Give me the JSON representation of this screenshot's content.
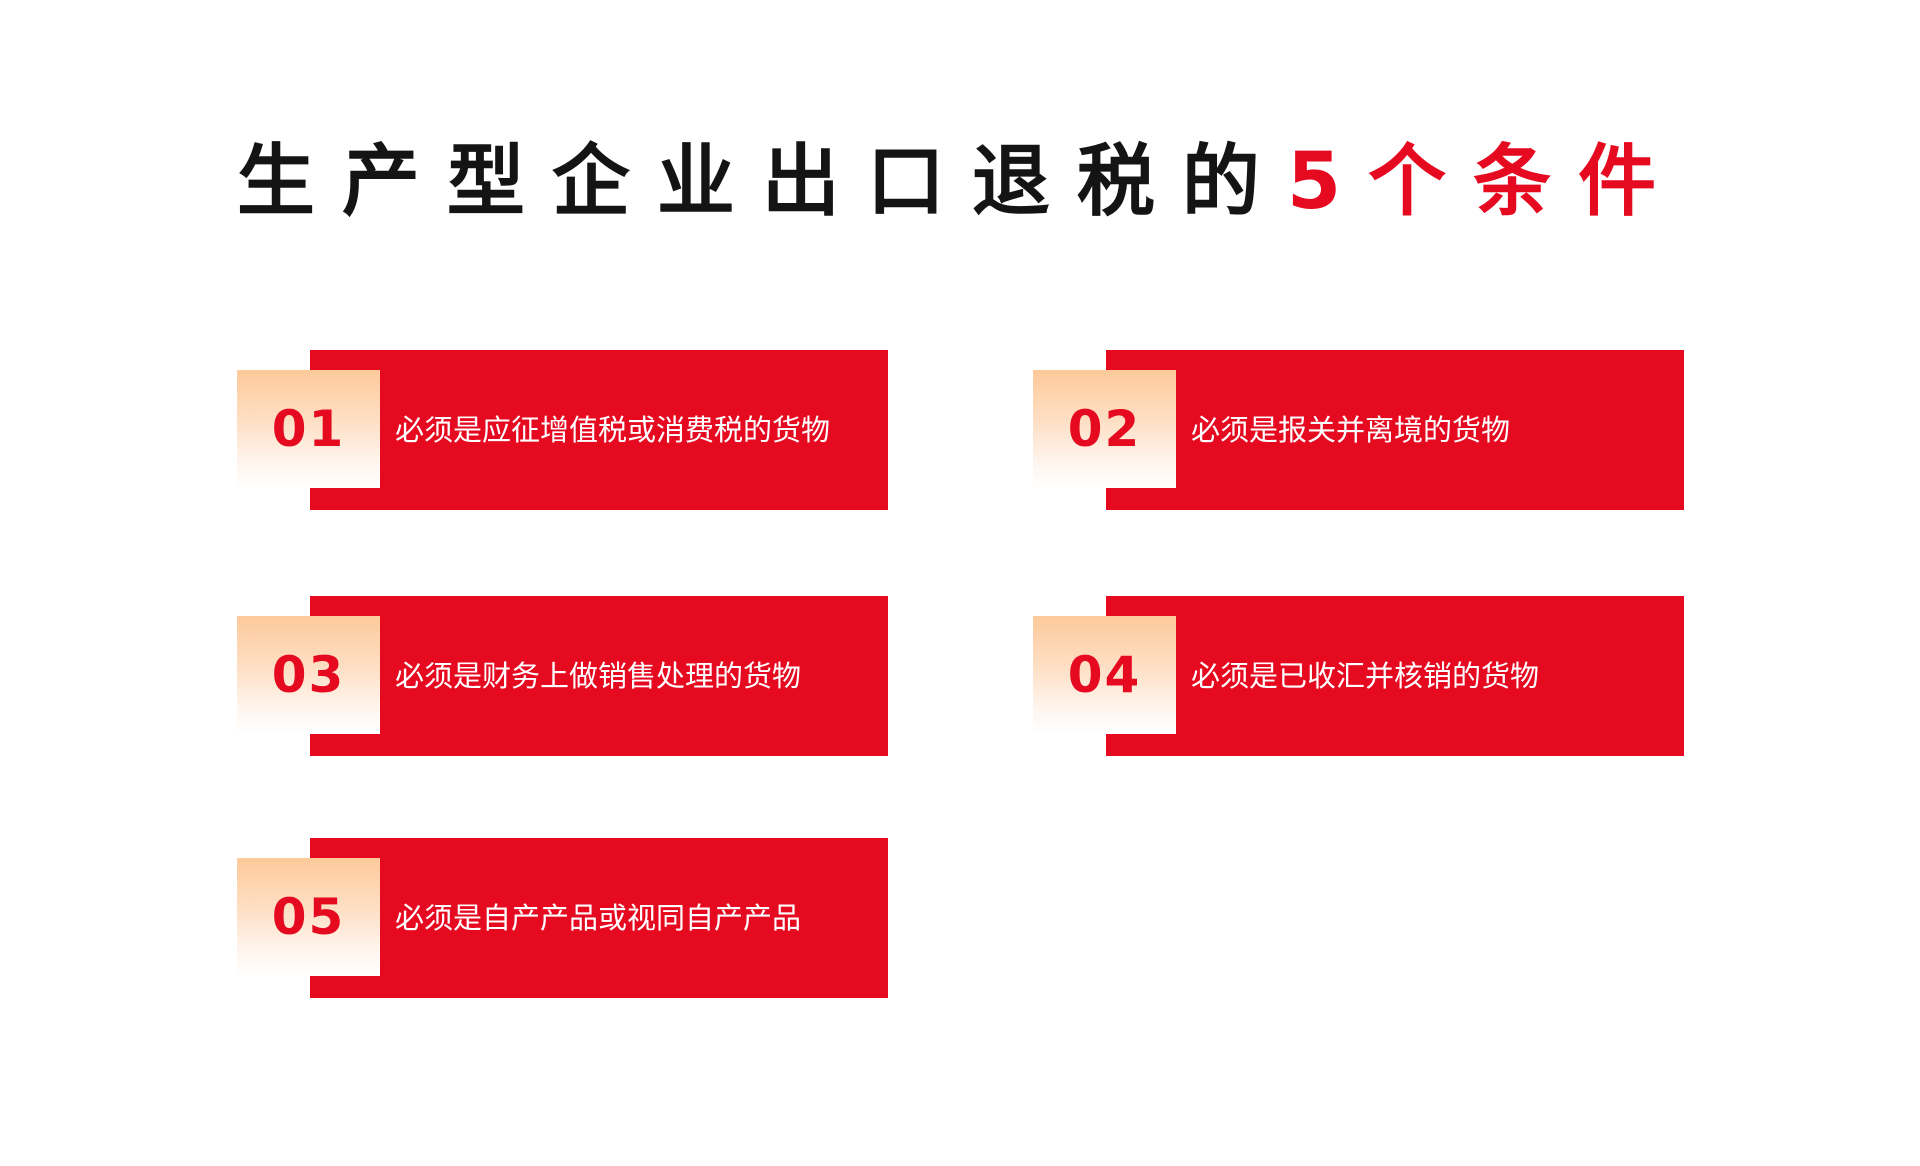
{
  "title": {
    "main": "生产型企业出口退税的",
    "accent": "5个条件"
  },
  "colors": {
    "accent_red": "#e60a21",
    "title_black": "#141414",
    "peach_top": "#fdc99a"
  },
  "conditions": [
    {
      "number": "01",
      "text": "必须是应征增值税或消费税的货物"
    },
    {
      "number": "02",
      "text": "必须是报关并离境的货物"
    },
    {
      "number": "03",
      "text": "必须是财务上做销售处理的货物"
    },
    {
      "number": "04",
      "text": "必须是已收汇并核销的货物"
    },
    {
      "number": "05",
      "text": "必须是自产产品或视同自产产品"
    }
  ]
}
